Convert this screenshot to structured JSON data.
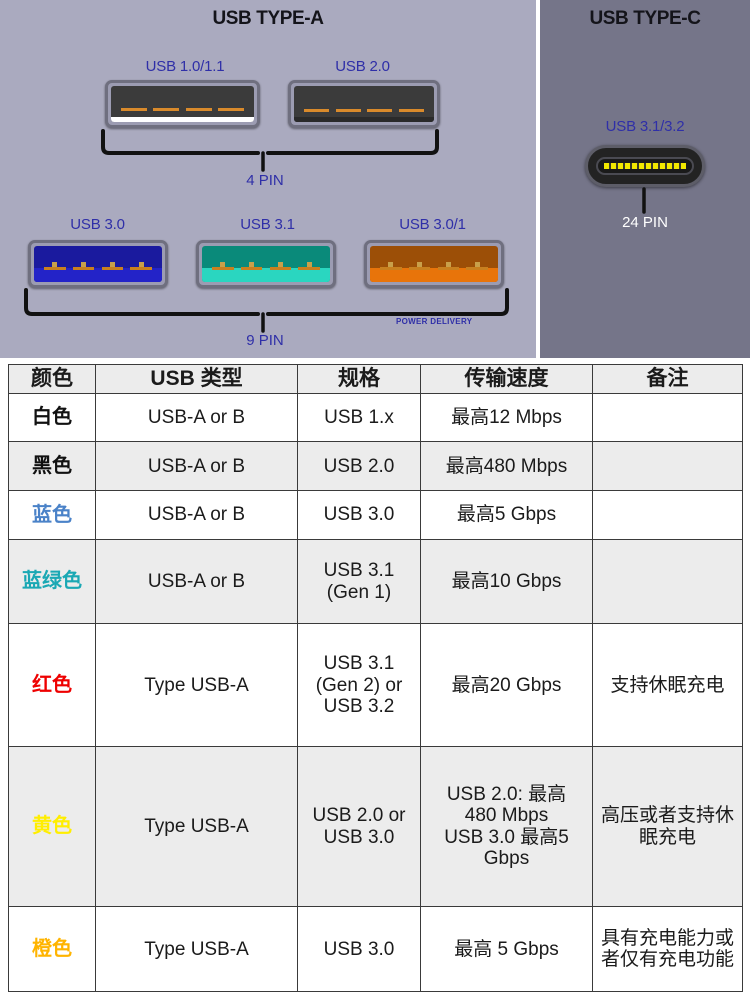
{
  "illustration": {
    "panel_a": {
      "title": "USB TYPE-A",
      "bg_color": "#aaaabf",
      "connectors_top": [
        {
          "label": "USB 1.0/1.1",
          "color_name": "white"
        },
        {
          "label": "USB 2.0",
          "color_name": "black"
        }
      ],
      "top_pin_label": "4 PIN",
      "connectors_bottom": [
        {
          "label": "USB 3.0",
          "color_name": "blue"
        },
        {
          "label": "USB 3.1",
          "color_name": "teal"
        },
        {
          "label": "USB 3.0/1",
          "color_name": "orange"
        }
      ],
      "bottom_pin_label": "9 PIN",
      "power_delivery_label": "POWER DELIVERY"
    },
    "panel_c": {
      "title": "USB TYPE-C",
      "bg_color": "#757589",
      "connector": {
        "label": "USB 3.1/3.2"
      },
      "pin_label": "24 PIN"
    },
    "label_color": "#2f2fa8"
  },
  "table": {
    "headers": [
      "颜色",
      "USB 类型",
      "规格",
      "传输速度",
      "备注"
    ],
    "rows": [
      {
        "color": "白色",
        "color_hex": "#111111",
        "type": "USB-A or B",
        "spec": "USB 1.x",
        "speed": "最高12 Mbps",
        "notes": ""
      },
      {
        "color": "黑色",
        "color_hex": "#111111",
        "type": "USB-A or B",
        "spec": "USB 2.0",
        "speed": "最高480 Mbps",
        "notes": ""
      },
      {
        "color": "蓝色",
        "color_hex": "#4a82c8",
        "type": "USB-A or B",
        "spec": "USB 3.0",
        "speed": "最高5 Gbps",
        "notes": ""
      },
      {
        "color": "蓝绿色",
        "color_hex": "#1aa8b4",
        "type": "USB-A or B",
        "spec": "USB 3.1\n(Gen 1)",
        "speed": "最高10 Gbps",
        "notes": ""
      },
      {
        "color": "红色",
        "color_hex": "#ee0000",
        "type": "Type USB-A",
        "spec": "USB 3.1\n(Gen 2) or\nUSB 3.2",
        "speed": "最高20 Gbps",
        "notes": "支持休眠充电"
      },
      {
        "color": "黄色",
        "color_hex": "#ffee00",
        "type": "Type USB-A",
        "spec": "USB 2.0 or\nUSB 3.0",
        "speed": "USB 2.0: 最高\n480 Mbps\nUSB 3.0 最高5\nGbps",
        "notes": "高压或者支持休眠充电"
      },
      {
        "color": "橙色",
        "color_hex": "#ffb400",
        "type": "Type USB-A",
        "spec": "USB 3.0",
        "speed": "最高 5 Gbps",
        "notes": "具有充电能力或者仅有充电功能"
      }
    ]
  }
}
